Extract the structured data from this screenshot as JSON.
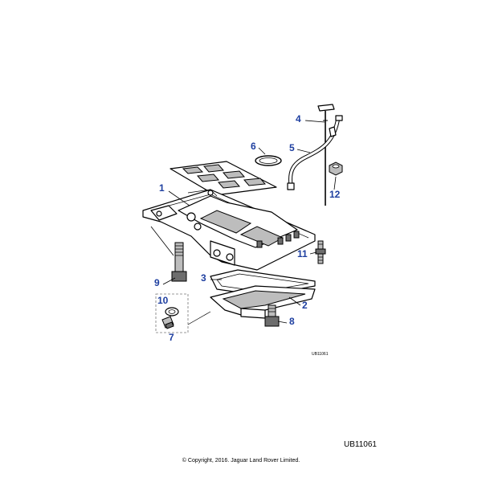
{
  "diagram": {
    "callouts": [
      "1",
      "2",
      "3",
      "4",
      "5",
      "6",
      "7",
      "8",
      "9",
      "10",
      "11",
      "12"
    ],
    "inline_reference": "UB11061"
  },
  "footer": {
    "reference": "UB11061",
    "copyright": "© Copyright, 2016. Jaguar Land Rover Limited."
  },
  "colors": {
    "callout": "#1e3fa0",
    "line": "#000000",
    "shade": "#bdbdbd"
  }
}
